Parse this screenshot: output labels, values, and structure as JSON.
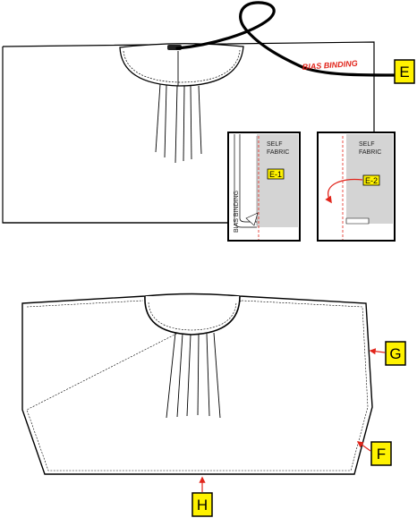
{
  "labels": {
    "top_callout": "E",
    "bias_binding_main": "BIAS BINDING",
    "inset_left": {
      "line1": "SELF",
      "line2": "FABRIC",
      "tag": "E-1",
      "bias": "BIAS BINDING"
    },
    "inset_right": {
      "line1": "SELF",
      "line2": "FABRIC",
      "tag": "E-2"
    },
    "bottom_callouts": {
      "g": "G",
      "f": "F",
      "h": "H"
    }
  },
  "colors": {
    "callout_fill": "#fff200",
    "arrow_red": "#e1251b",
    "fabric_gray": "#d4d4d4",
    "line": "#000000"
  }
}
